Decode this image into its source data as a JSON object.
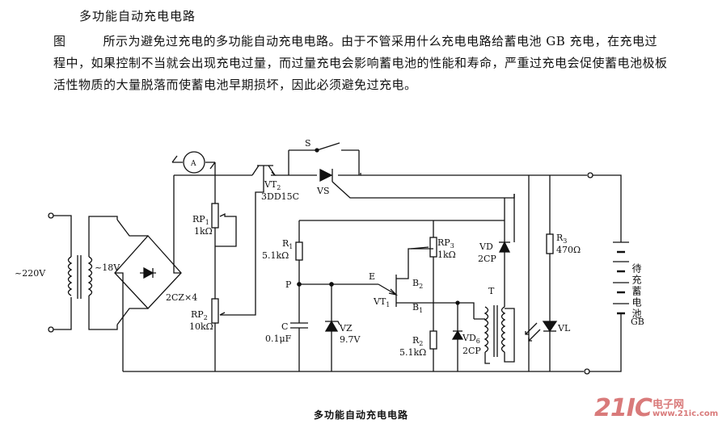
{
  "document": {
    "title": "多功能自动充电电路",
    "fig_ref": "图",
    "paragraph": "所示为避免过充电的多功能自动充电电路。由于不管采用什么充电电路给蓄电池 GB 充电，在充电过程中，如果控制不当就会出现充电过量，而过量充电会影响蓄电池的性能和寿命，严重过充电会促使蓄电池极板活性物质的大量脱落而使蓄电池早期损坏，因此必须避免过充电。",
    "caption": "多功能自动充电电路"
  },
  "labels": {
    "mains": "~220V",
    "secondary": "~18V",
    "bridge": "2CZ×4",
    "ammeter": "A",
    "switch": "S",
    "vt2": "VT",
    "vt2_sub": "2",
    "vt2_part": "3DD15C",
    "vs": "VS",
    "rp1_name": "RP",
    "rp1_sub": "1",
    "rp1_val": "1kΩ",
    "rp2_name": "RP",
    "rp2_sub": "2",
    "rp2_val": "10kΩ",
    "rp3_name": "RP",
    "rp3_sub": "3",
    "rp3_val": "1kΩ",
    "r1_name": "R",
    "r1_sub": "1",
    "r1_val": "5.1kΩ",
    "r2_name": "R",
    "r2_sub": "2",
    "r2_val": "5.1kΩ",
    "r3_name": "R",
    "r3_sub": "3",
    "r3_val": "470Ω",
    "node_p": "P",
    "cap_name": "C",
    "cap_val": "0.1μF",
    "vz_name": "VZ",
    "vz_val": "9.7V",
    "vt1": "VT",
    "vt1_sub": "1",
    "e": "E",
    "b2": "B",
    "b2_sub": "2",
    "b1": "B",
    "b1_sub": "1",
    "vd_name": "VD",
    "vd_val": "2CP",
    "vd6_name": "VD",
    "vd6_sub": "6",
    "vd6_val": "2CP",
    "transformer_t": "T",
    "led": "VL",
    "battery_label": "待充蓄电池",
    "battery_gb": "GB"
  },
  "watermark": {
    "number": "21IC",
    "site_cn": "电子网",
    "site_url": "www.21ic.com"
  }
}
